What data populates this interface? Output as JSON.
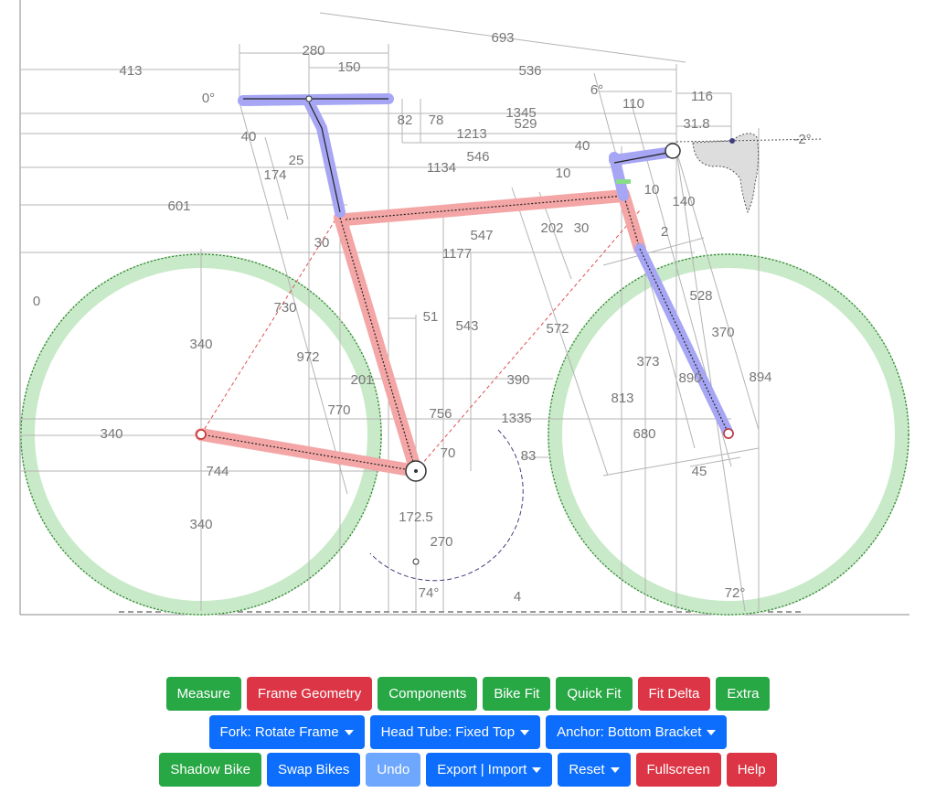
{
  "labels": {
    "d693": "693",
    "d280": "280",
    "d150": "150",
    "d536": "536",
    "d413": "413",
    "d6deg": "6°",
    "d110": "110",
    "d116": "116",
    "d0deg": "0°",
    "d82": "82",
    "d78": "78",
    "d1345": "1345",
    "d529": "529",
    "d31_8": "31.8",
    "d40a": "40",
    "d1213": "1213",
    "dm2deg": "-2°",
    "d40b": "40",
    "d25": "25",
    "d546": "546",
    "d174": "174",
    "d1134": "1134",
    "d10a": "10",
    "d10b": "10",
    "d140": "140",
    "d601": "601",
    "d202": "202",
    "d30a": "30",
    "d30b": "30",
    "d547": "547",
    "d2": "2",
    "d1177": "1177",
    "d0": "0",
    "d528": "528",
    "d730": "730",
    "d51": "51",
    "d543": "543",
    "d572": "572",
    "d370": "370",
    "d340a": "340",
    "d972": "972",
    "d373": "373",
    "d890": "890",
    "d894": "894",
    "d201": "201",
    "d390": "390",
    "d770": "770",
    "d813": "813",
    "d756": "756",
    "d1335": "1335",
    "d340b": "340",
    "d680": "680",
    "d70": "70",
    "d83": "83",
    "d744": "744",
    "d45": "45",
    "d172_5": "172.5",
    "d270": "270",
    "d340c": "340",
    "d74deg": "74°",
    "d4": "4",
    "d72deg": "72°"
  },
  "colors": {
    "frame": "#f4a6a6",
    "components": "#a6a6f4",
    "wheel": "#c8eac8",
    "dimension": "#b4b4b4",
    "btn_green": "#28a745",
    "btn_red": "#dc3545",
    "btn_blue": "#0d6efd",
    "btn_disabled": "#6ea8fe"
  },
  "toolbar": {
    "row1": {
      "measure": "Measure",
      "frame_geometry": "Frame Geometry",
      "components": "Components",
      "bike_fit": "Bike Fit",
      "quick_fit": "Quick Fit",
      "fit_delta": "Fit Delta",
      "extra": "Extra"
    },
    "row2": {
      "fork": "Fork: Rotate Frame",
      "head_tube": "Head Tube: Fixed Top",
      "anchor": "Anchor: Bottom Bracket"
    },
    "row3": {
      "shadow_bike": "Shadow Bike",
      "swap_bikes": "Swap Bikes",
      "undo": "Undo",
      "export_import": "Export | Import",
      "reset": "Reset",
      "fullscreen": "Fullscreen",
      "help": "Help"
    }
  }
}
